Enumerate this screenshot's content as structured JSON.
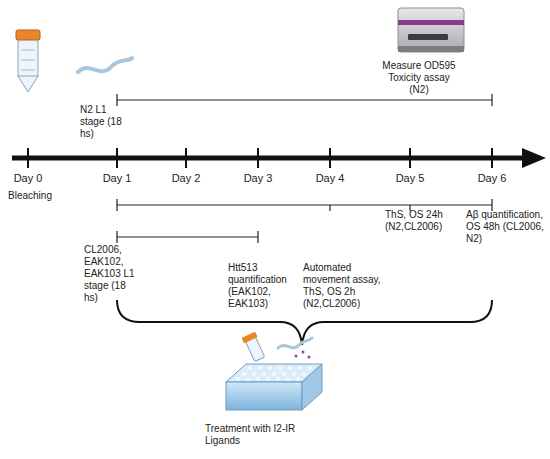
{
  "diagram": {
    "labels": [
      "Measure OD595 Toxicity assay (N2)",
      "N2 L1 stage (18 hs)",
      "Day 0",
      "Day 1",
      "Day 2",
      "Day 3",
      "Day 4",
      "Day 5",
      "Day 6",
      "Bleaching",
      "CL2006, EAK102, EAK103 L1 stage (18 hs)",
      "Htt513 quantification (EAK102, EAK103)",
      "Automated movement assay, ThS, OS 2h (N2,CL2006)",
      "ThS, OS 24h (N2,CL2006)",
      "Aβ quantification, OS 48h (CL2006, N2)",
      "Treatment with I2-IR Ligands"
    ]
  }
}
